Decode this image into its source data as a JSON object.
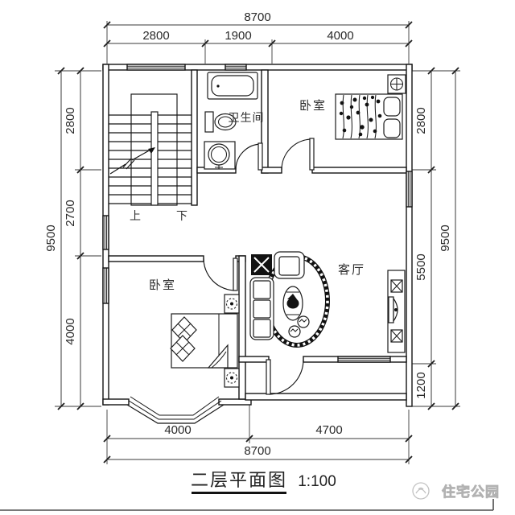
{
  "dimensions": {
    "top": {
      "total": "8700",
      "segments": [
        "2800",
        "1900",
        "4000"
      ]
    },
    "bottom": {
      "total": "8700",
      "segments": [
        "4000",
        "4700"
      ]
    },
    "left": {
      "total": "9500",
      "segments": [
        "2800",
        "2700",
        "4000"
      ]
    },
    "right": {
      "total": "9500",
      "segments": [
        "2800",
        "5500",
        "1200"
      ]
    }
  },
  "rooms": {
    "bathroom": "卫生间",
    "bedroom_top": "卧室",
    "living_room": "客厅",
    "bedroom_bottom": "卧室"
  },
  "stairs": {
    "up_label": "上",
    "down_label": "下"
  },
  "title": {
    "name": "二层平面图",
    "scale": "1:100"
  },
  "watermark": {
    "brand": "住宅公园"
  },
  "colors": {
    "line": "#141414",
    "dimension": "#3a3a3a",
    "watermark": "#b2b2b2",
    "background": "#ffffff"
  }
}
